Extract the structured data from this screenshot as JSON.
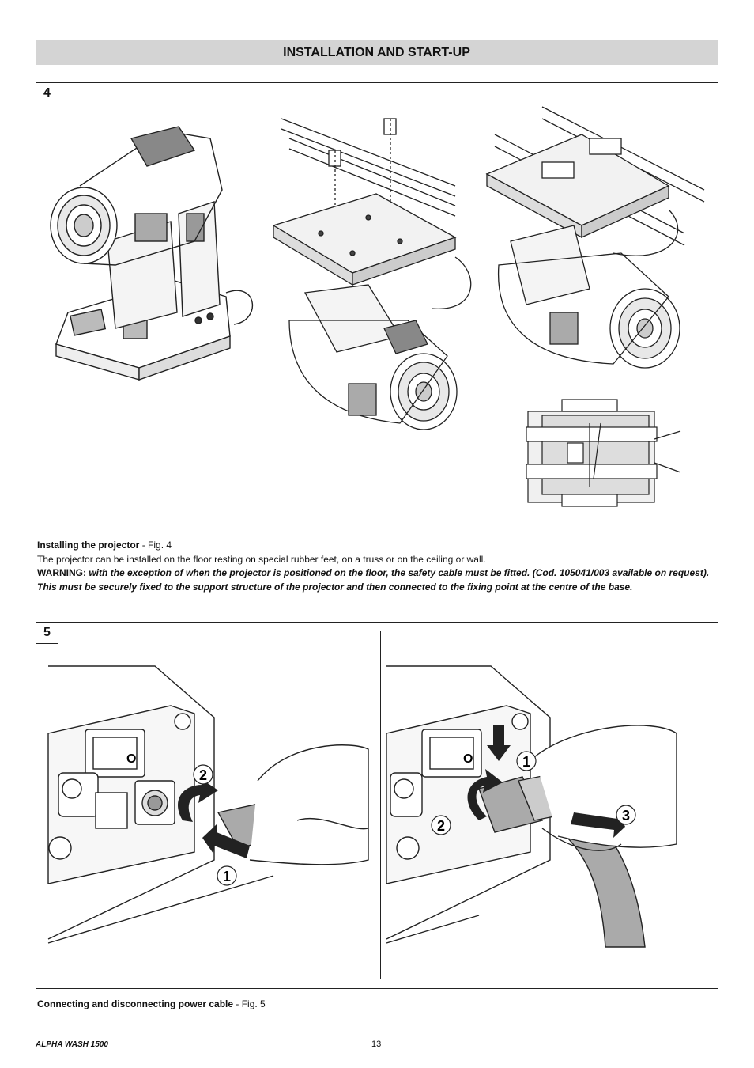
{
  "header": {
    "title": "INSTALLATION AND START-UP"
  },
  "figure4": {
    "number": "4",
    "caption_title": "Installing the projector",
    "caption_ref": " - Fig. 4",
    "body": "The projector can be installed on the floor resting on special rubber feet, on a truss or on the ceiling or wall.",
    "warning_label": "WARNING:",
    "warning_line1": " with the exception of when the projector is positioned on the floor, the safety cable must be fitted. (Cod. 105041/003 available on request).",
    "warning_line2": "This must be securely fixed to the support structure of the projector and then connected to the fixing point at the centre of the base."
  },
  "figure5": {
    "number": "5",
    "caption_title": "Connecting and disconnecting power cable",
    "caption_ref": " - Fig. 5",
    "left_labels": {
      "a": "2",
      "b": "1"
    },
    "right_labels": {
      "a": "1",
      "b": "2",
      "c": "3"
    },
    "switch_symbol": "O"
  },
  "footer": {
    "product": "ALPHA WASH 1500",
    "page": "13"
  }
}
